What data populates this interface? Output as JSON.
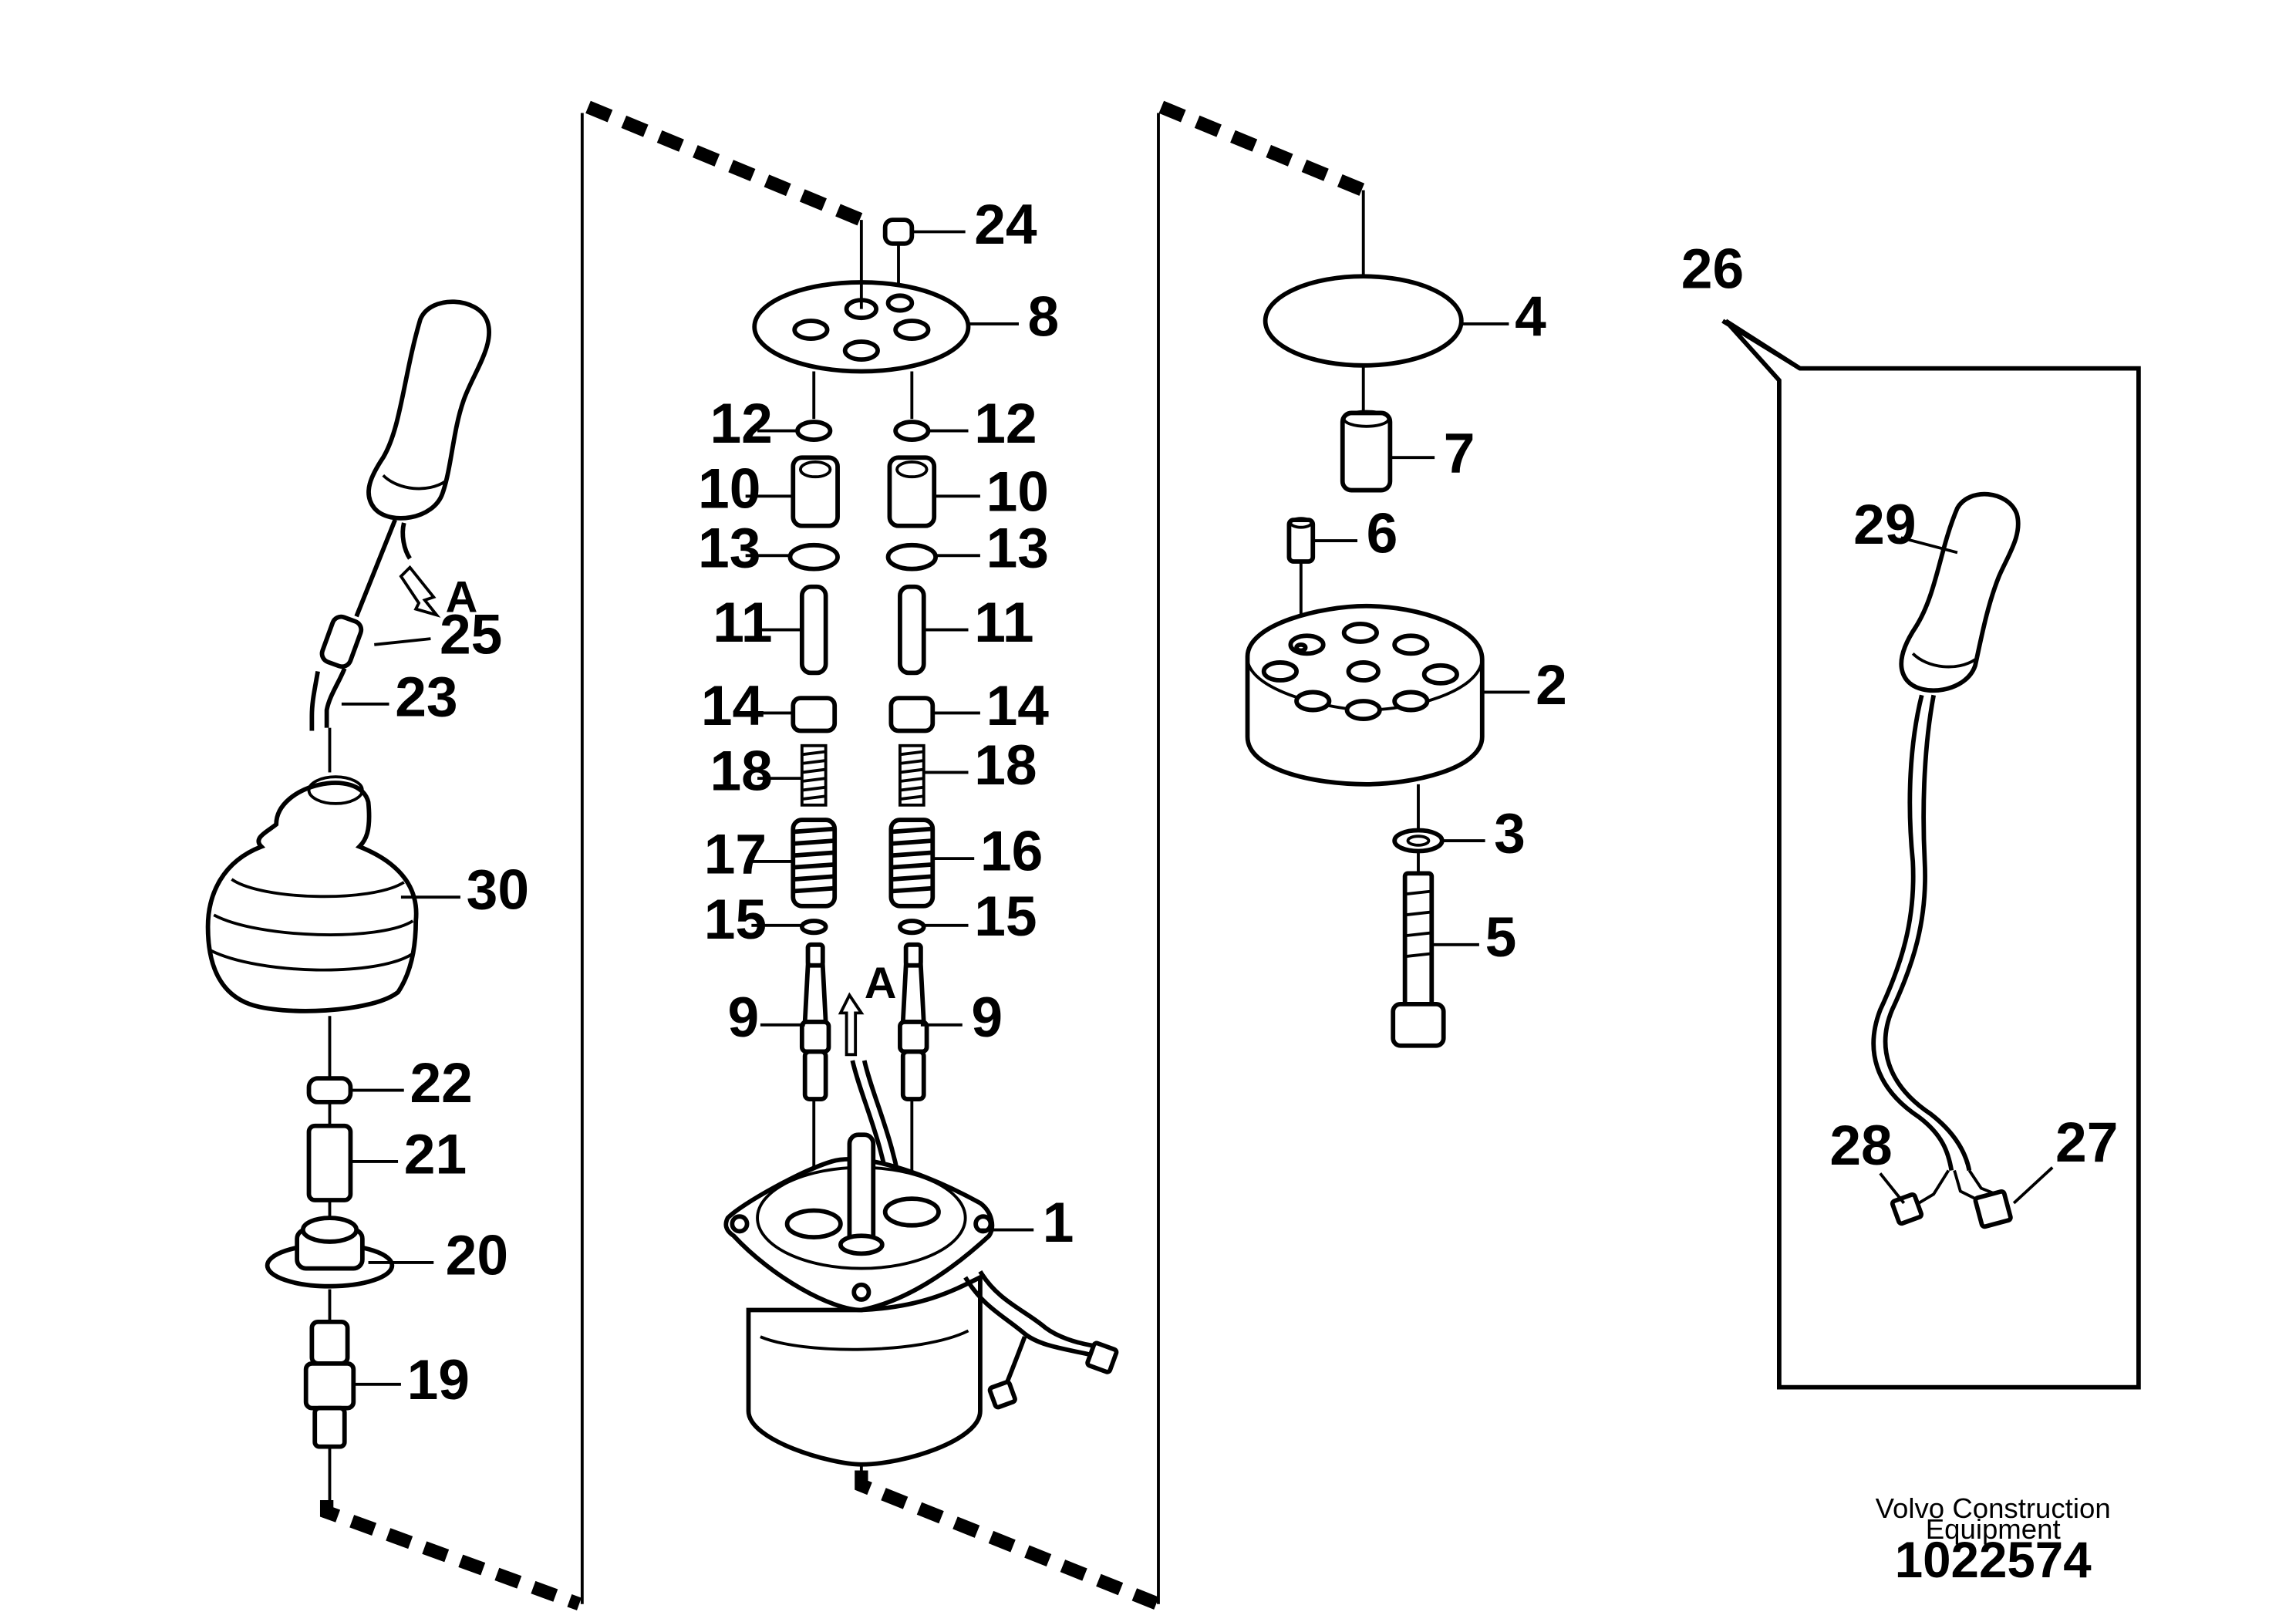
{
  "labels": {
    "p1": "1",
    "p2": "2",
    "p3": "3",
    "p4": "4",
    "p5": "5",
    "p6": "6",
    "p7": "7",
    "p8": "8",
    "p9": "9",
    "p10": "10",
    "p11": "11",
    "p12": "12",
    "p13": "13",
    "p14": "14",
    "p15": "15",
    "p16": "16",
    "p17": "17",
    "p18": "18",
    "p19": "19",
    "p20": "20",
    "p21": "21",
    "p22": "22",
    "p23": "23",
    "p24": "24",
    "p25": "25",
    "p26": "26",
    "p27": "27",
    "p28": "28",
    "p29": "29",
    "p30": "30",
    "a": "A"
  },
  "footer": {
    "line1": "Volvo Construction",
    "line2": "Equipment",
    "id": "1022574"
  }
}
